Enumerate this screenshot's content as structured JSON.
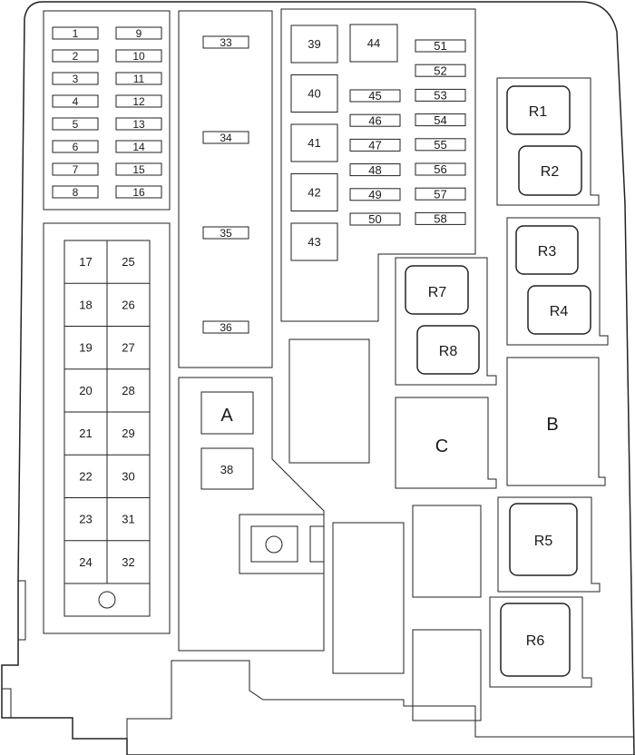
{
  "fuses_left_col1": [
    "1",
    "2",
    "3",
    "4",
    "5",
    "6",
    "7",
    "8"
  ],
  "fuses_left_col2": [
    "9",
    "10",
    "11",
    "12",
    "13",
    "14",
    "15",
    "16"
  ],
  "fuses_grid_col1": [
    "17",
    "18",
    "19",
    "20",
    "21",
    "22",
    "23",
    "24"
  ],
  "fuses_grid_col2": [
    "25",
    "26",
    "27",
    "28",
    "29",
    "30",
    "31",
    "32"
  ],
  "fuses_strip": [
    "33",
    "34",
    "35",
    "36"
  ],
  "fuses_square_col": [
    "39",
    "40",
    "41",
    "42",
    "43"
  ],
  "fuse_44": "44",
  "fuses_small_col_a": [
    "45",
    "46",
    "47",
    "48",
    "49",
    "50"
  ],
  "fuses_small_col_b": [
    "51",
    "52",
    "53",
    "54",
    "55",
    "56",
    "57",
    "58"
  ],
  "relays": {
    "r1": "R1",
    "r2": "R2",
    "r3": "R3",
    "r4": "R4",
    "r5": "R5",
    "r6": "R6",
    "r7": "R7",
    "r8": "R8"
  },
  "blocks": {
    "a": "A",
    "b": "B",
    "c": "C",
    "f38": "38"
  }
}
